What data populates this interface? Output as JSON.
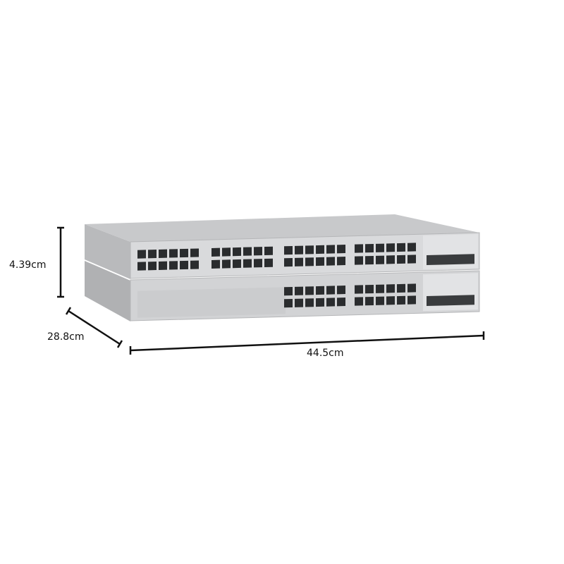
{
  "product": {
    "units": 2,
    "top_unit_port_groups": 4,
    "bottom_unit_port_groups": 2,
    "colors": {
      "chassis": "#c9cacc",
      "front": "#d6d7d9",
      "side": "#b7b8ba",
      "port": "#2a2c2e",
      "line": "#111111"
    }
  },
  "dimensions": {
    "height": "4.39cm",
    "depth": "28.8cm",
    "width": "44.5cm"
  }
}
